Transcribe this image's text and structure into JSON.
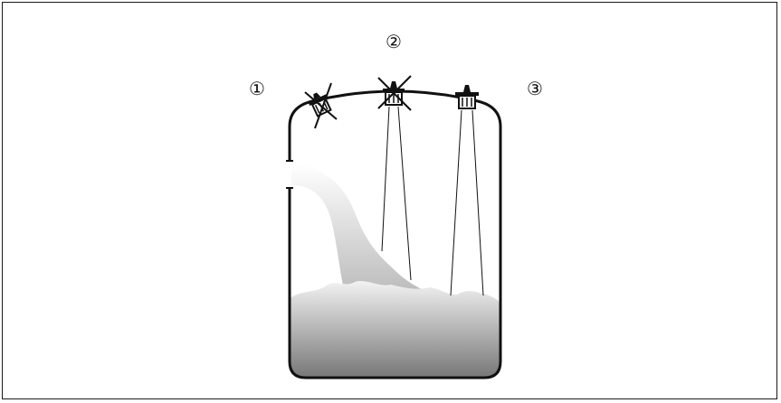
{
  "markers": [
    {
      "id": "1",
      "label": "①"
    },
    {
      "id": "2",
      "label": "②"
    },
    {
      "id": "3",
      "label": "③"
    }
  ],
  "colors": {
    "outline": "#111111",
    "fill_top": "#f4f4f4",
    "fill_bottom": "#7a7a7a",
    "stream_top": "#ffffff",
    "stream_bottom": "#b8b8b8"
  }
}
